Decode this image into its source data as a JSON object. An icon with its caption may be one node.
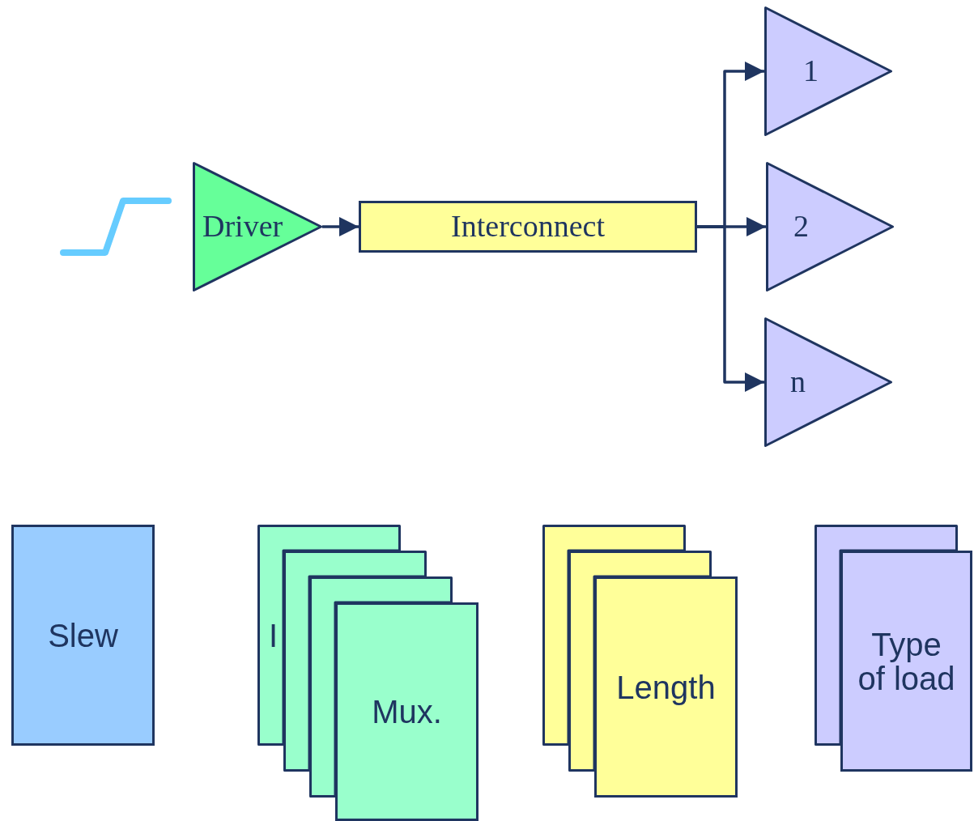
{
  "diagram": {
    "nodes": [
      {
        "text": [
          "Driver"
        ]
      },
      {
        "text": [
          "Interconnect"
        ]
      },
      {
        "text": [
          "1"
        ]
      },
      {
        "text": [
          "2"
        ]
      },
      {
        "text": [
          "n"
        ]
      },
      {
        "text": [
          "Slew"
        ]
      },
      {
        "text": [
          "I"
        ]
      },
      {
        "text": [],
        "shape": "box"
      },
      {
        "text": [],
        "shape": "box"
      },
      {
        "text": [
          "Mux."
        ]
      },
      {
        "text": [],
        "shape": "box"
      },
      {
        "text": [],
        "shape": "box"
      },
      {
        "text": [
          "Length"
        ]
      },
      {
        "text": [],
        "shape": "box"
      },
      {
        "text": [
          "Type of load"
        ]
      }
    ],
    "edges": [
      {
        "from": 0,
        "to": 1,
        "arrow": "to"
      },
      {
        "from": 1,
        "to": 2,
        "arrow": "to"
      },
      {
        "from": 1,
        "to": 3,
        "arrow": "to"
      },
      {
        "from": 1,
        "to": 4,
        "arrow": "to"
      }
    ]
  }
}
